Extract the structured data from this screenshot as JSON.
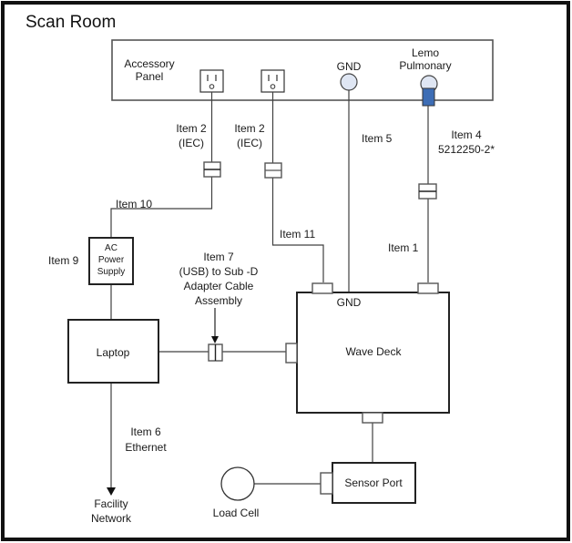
{
  "title": "Scan Room",
  "accessory_panel": {
    "label_line1": "Accessory",
    "label_line2": "Panel",
    "gnd_label": "GND",
    "lemo_line1": "Lemo",
    "lemo_line2": "Pulmonary"
  },
  "colors": {
    "frame": "#111111",
    "lemo_connector": "#3d6db5",
    "lemo_head": "#dfe6f3"
  },
  "cables": {
    "item2a_line1": "Item 2",
    "item2a_line2": "(IEC)",
    "item2b_line1": "Item 2",
    "item2b_line2": "(IEC)",
    "item5": "Item 5",
    "item4_line1": "Item 4",
    "item4_line2": "5212250-2*",
    "item10": "Item 10",
    "item11": "Item 11",
    "item1": "Item 1",
    "item9": "Item 9",
    "item7_line1": "Item 7",
    "item7_line2": "(USB) to Sub -D",
    "item7_line3": "Adapter Cable",
    "item7_line4": "Assembly",
    "item6_line1": "Item 6",
    "item6_line2": "Ethernet"
  },
  "devices": {
    "ac_line1": "AC",
    "ac_line2": "Power",
    "ac_line3": "Supply",
    "laptop": "Laptop",
    "wave_deck": "Wave Deck",
    "wave_deck_gnd": "GND",
    "sensor_port": "Sensor Port",
    "load_cell": "Load Cell",
    "facility_line1": "Facility",
    "facility_line2": "Network"
  }
}
